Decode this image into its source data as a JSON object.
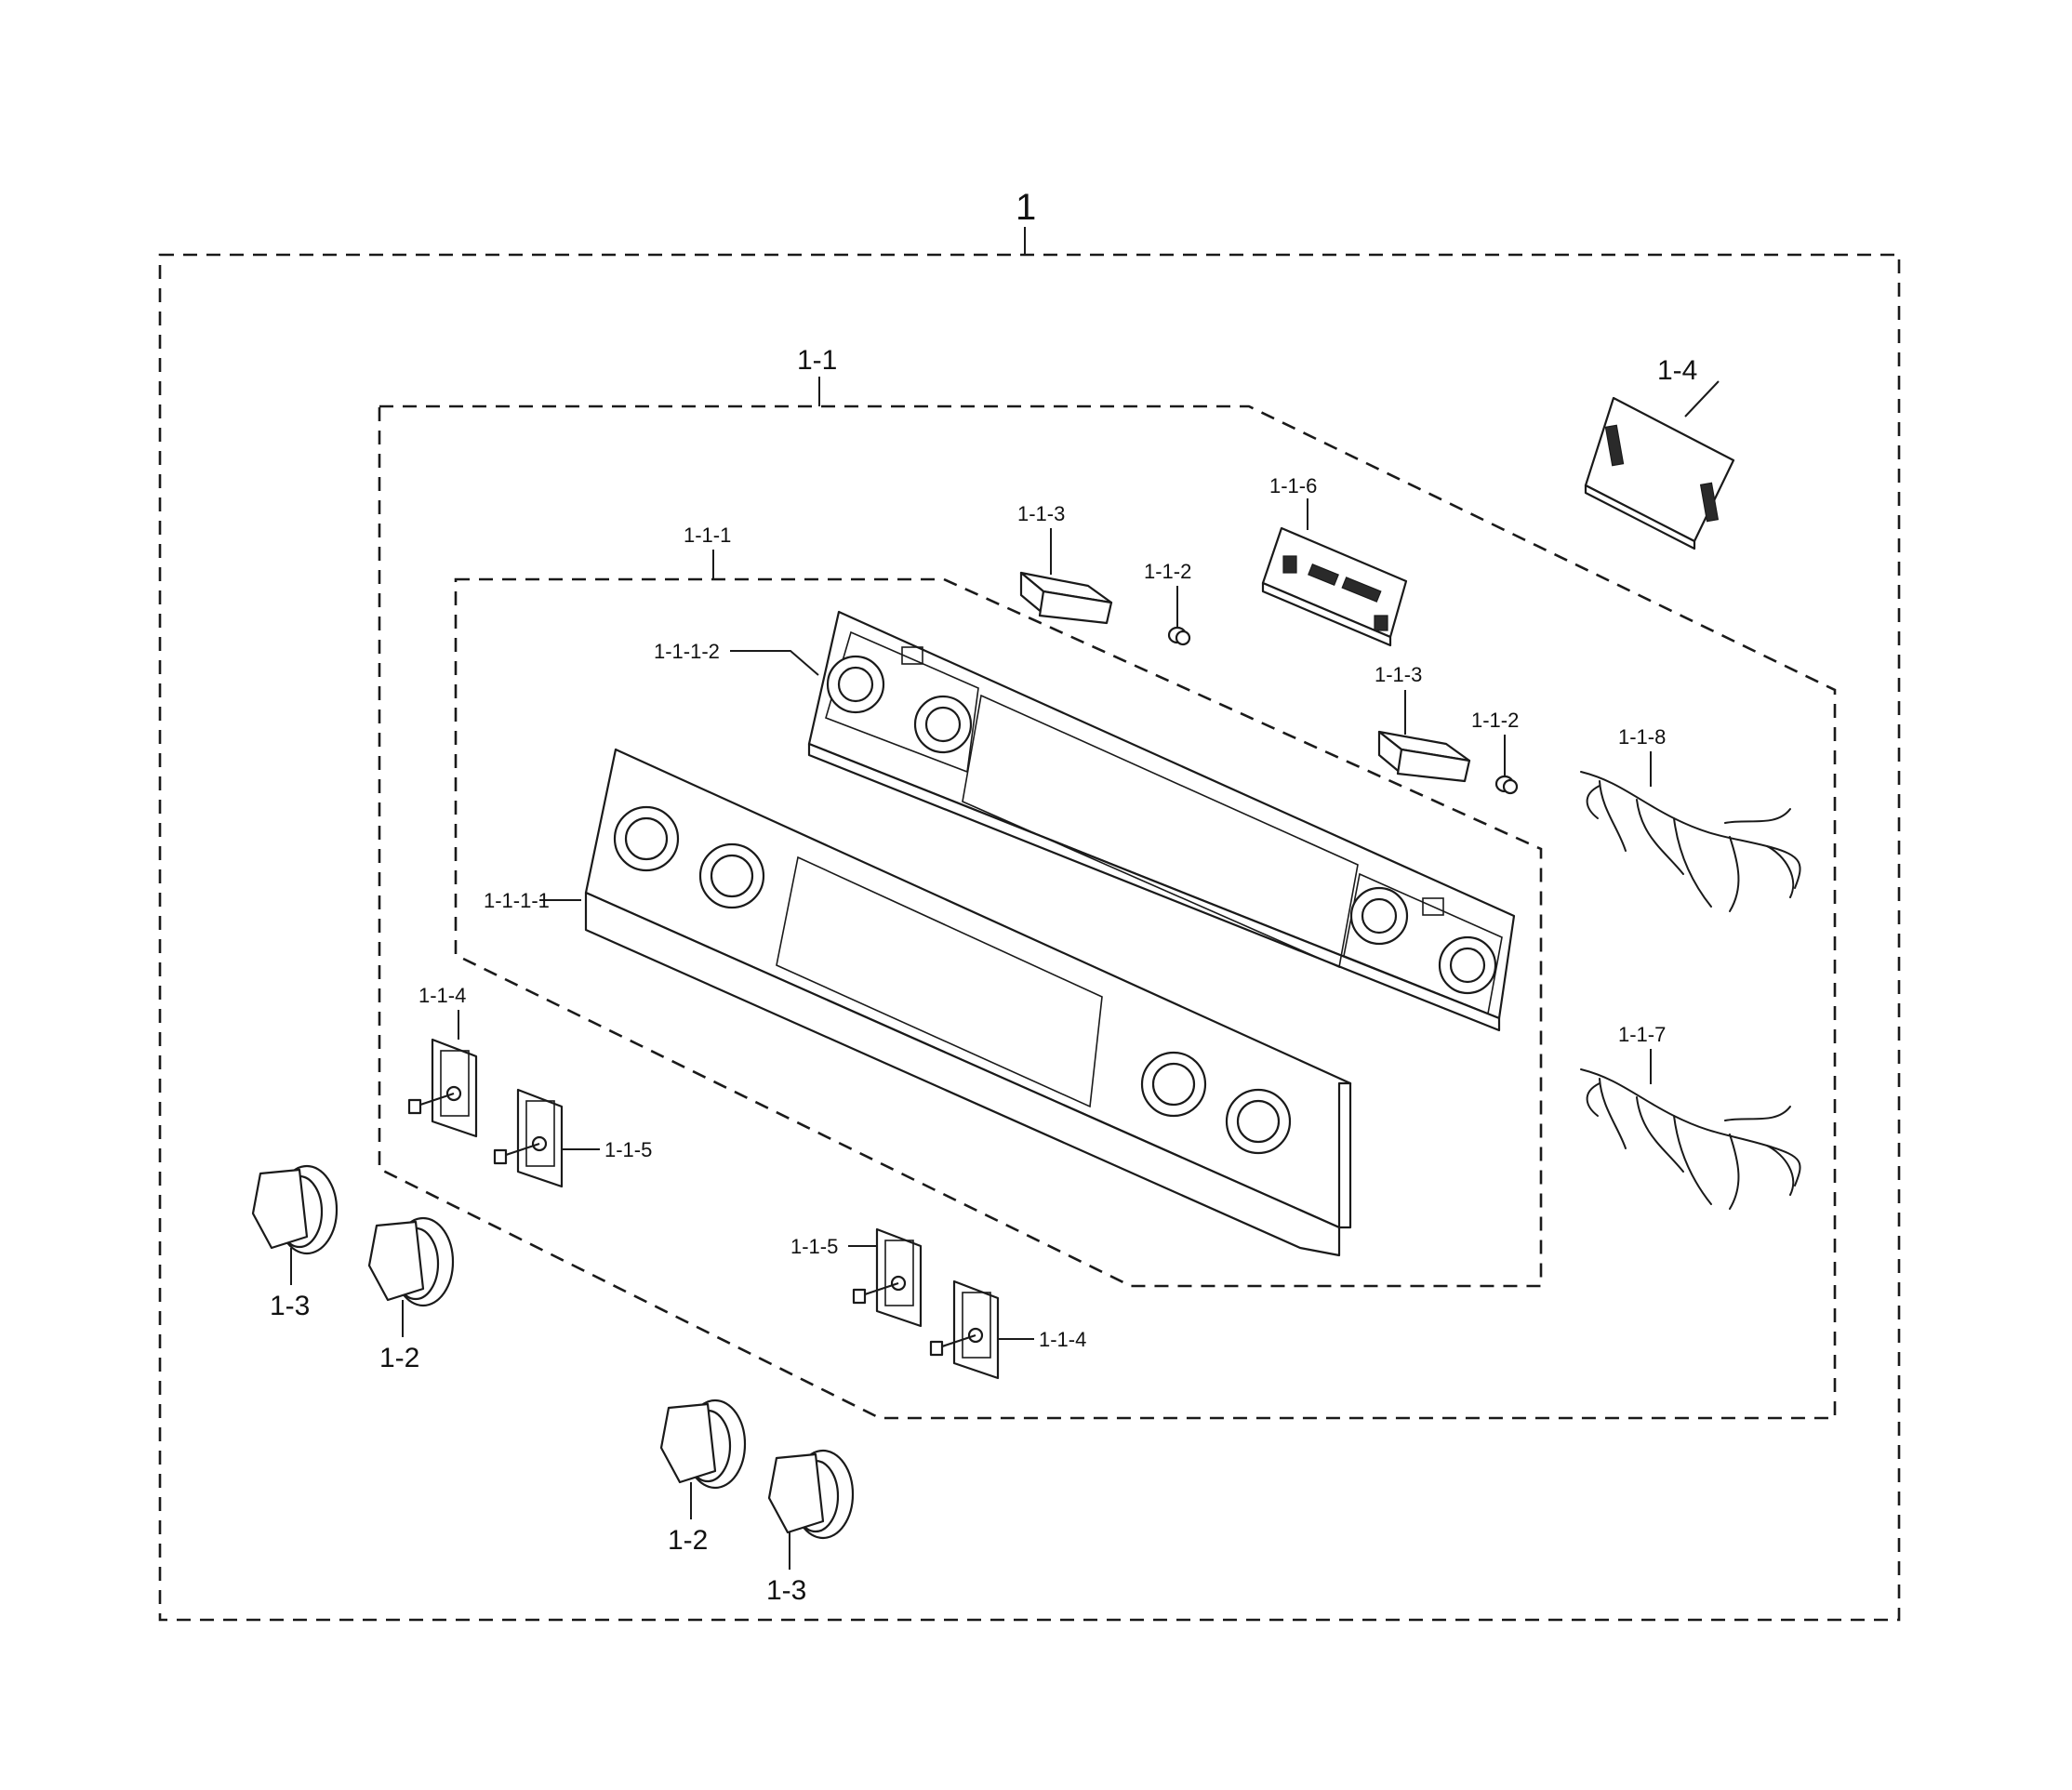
{
  "labels": {
    "l1": "1",
    "l1_1": "1-1",
    "l1_4": "1-4",
    "l1_1_6": "1-1-6",
    "l1_1_3_top": "1-1-3",
    "l1_1_2_top": "1-1-2",
    "l1_1_1": "1-1-1",
    "l1_1_1_2": "1-1-1-2",
    "l1_1_3_mid": "1-1-3",
    "l1_1_2_mid": "1-1-2",
    "l1_1_8": "1-1-8",
    "l1_1_1_1": "1-1-1-1",
    "l1_1_7": "1-1-7",
    "l1_1_4_left": "1-1-4",
    "l1_1_5_left": "1-1-5",
    "l1_1_5_bottom": "1-1-5",
    "l1_1_4_bottom": "1-1-4",
    "l1_3_left": "1-3",
    "l1_2_left": "1-2",
    "l1_2_bottom": "1-2",
    "l1_3_bottom": "1-3"
  }
}
